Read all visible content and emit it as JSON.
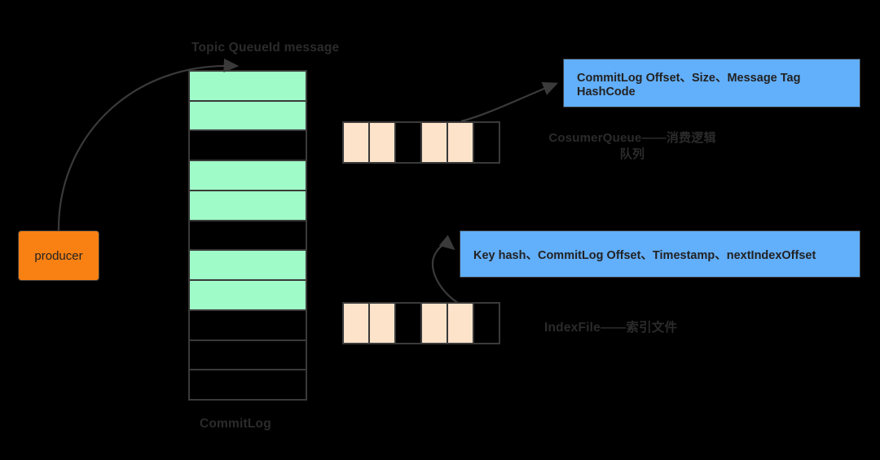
{
  "diagram": {
    "title_label": "Topic QueueId message",
    "commitlog_label": "CommitLog",
    "producer_label": "producer",
    "consumer_queue_label": "CosumerQueue——消费逻辑队列",
    "index_file_label": "IndexFile——索引文件",
    "blue_boxes": [
      {
        "name": "consumer-queue-entry",
        "text": "CommitLog Offset、Size、Message Tag HashCode"
      },
      {
        "name": "index-file-entry",
        "text": "Key hash、CommitLog Offset、Timestamp、nextIndexOffset"
      }
    ],
    "commitlog_rows": [
      "filled",
      "filled",
      "empty",
      "filled",
      "filled",
      "empty",
      "filled",
      "filled",
      "empty",
      "empty",
      "empty"
    ],
    "queue_cells_consumer": [
      "filled",
      "filled",
      "empty",
      "filled",
      "filled",
      "empty"
    ],
    "queue_cells_index": [
      "filled",
      "filled",
      "empty",
      "filled",
      "filled",
      "empty"
    ],
    "colors": {
      "background": "#000000",
      "producer_fill": "#F98012",
      "commitlog_filled": "#9FFCC8",
      "queue_cell_filled": "#FCE3CA",
      "blue_fill": "#62AFFB",
      "stroke": "#3a3a3a",
      "text": "#2b2b2b"
    }
  }
}
